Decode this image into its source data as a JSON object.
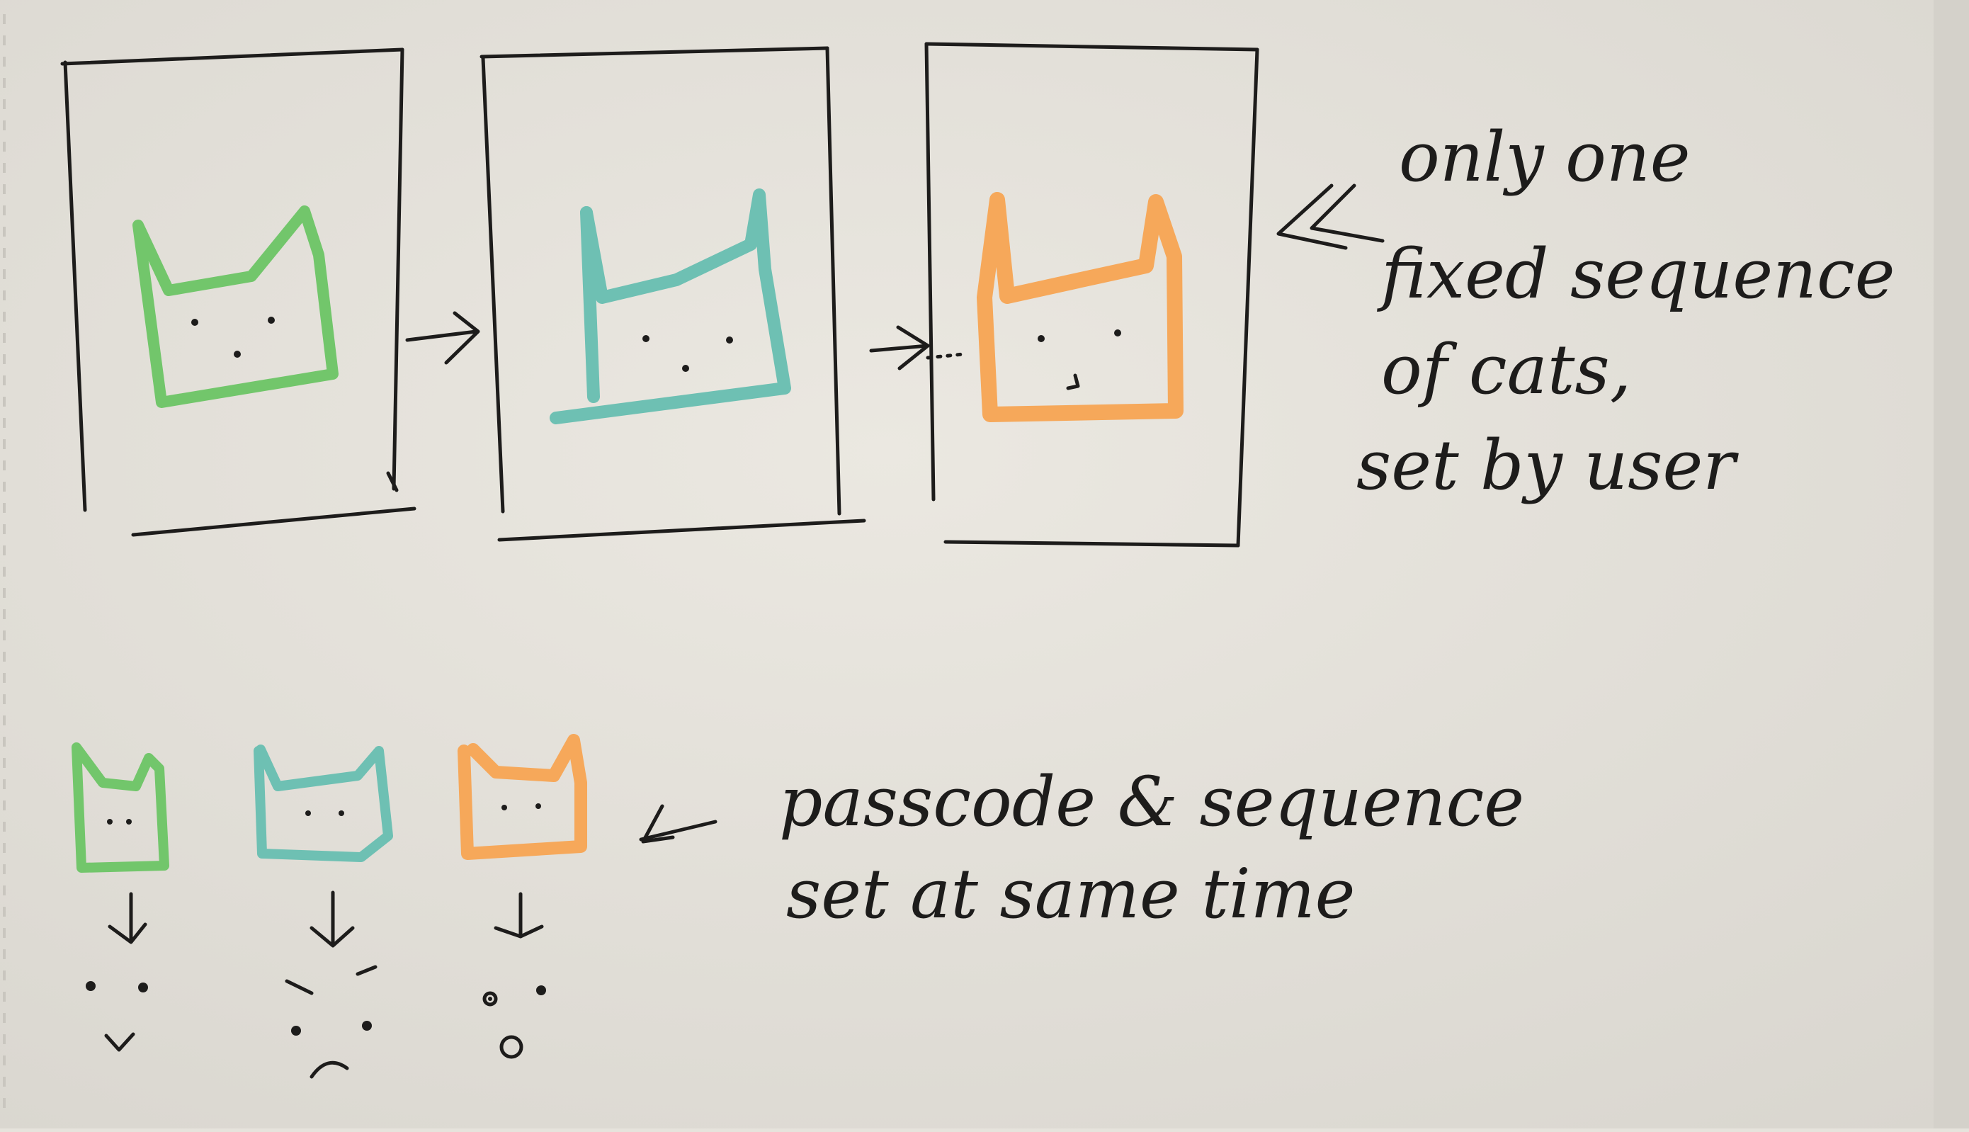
{
  "annotations": {
    "top": [
      "only one",
      "fixed sequence",
      "of cats,",
      "set by user"
    ],
    "bottom": [
      "passcode & sequence",
      "set at  same time"
    ]
  },
  "colors": {
    "paper": "#e6e3dc",
    "ink": "#1d1c1b",
    "green_cat": "#72c66b",
    "teal_cat": "#6ec0b3",
    "orange_cat": "#f6a85a"
  },
  "cats": [
    {
      "id": "green",
      "color": "#72c66b",
      "face": "happy"
    },
    {
      "id": "teal",
      "color": "#6ec0b3",
      "face": "angry"
    },
    {
      "id": "orange",
      "color": "#f6a85a",
      "face": "surprised"
    }
  ]
}
